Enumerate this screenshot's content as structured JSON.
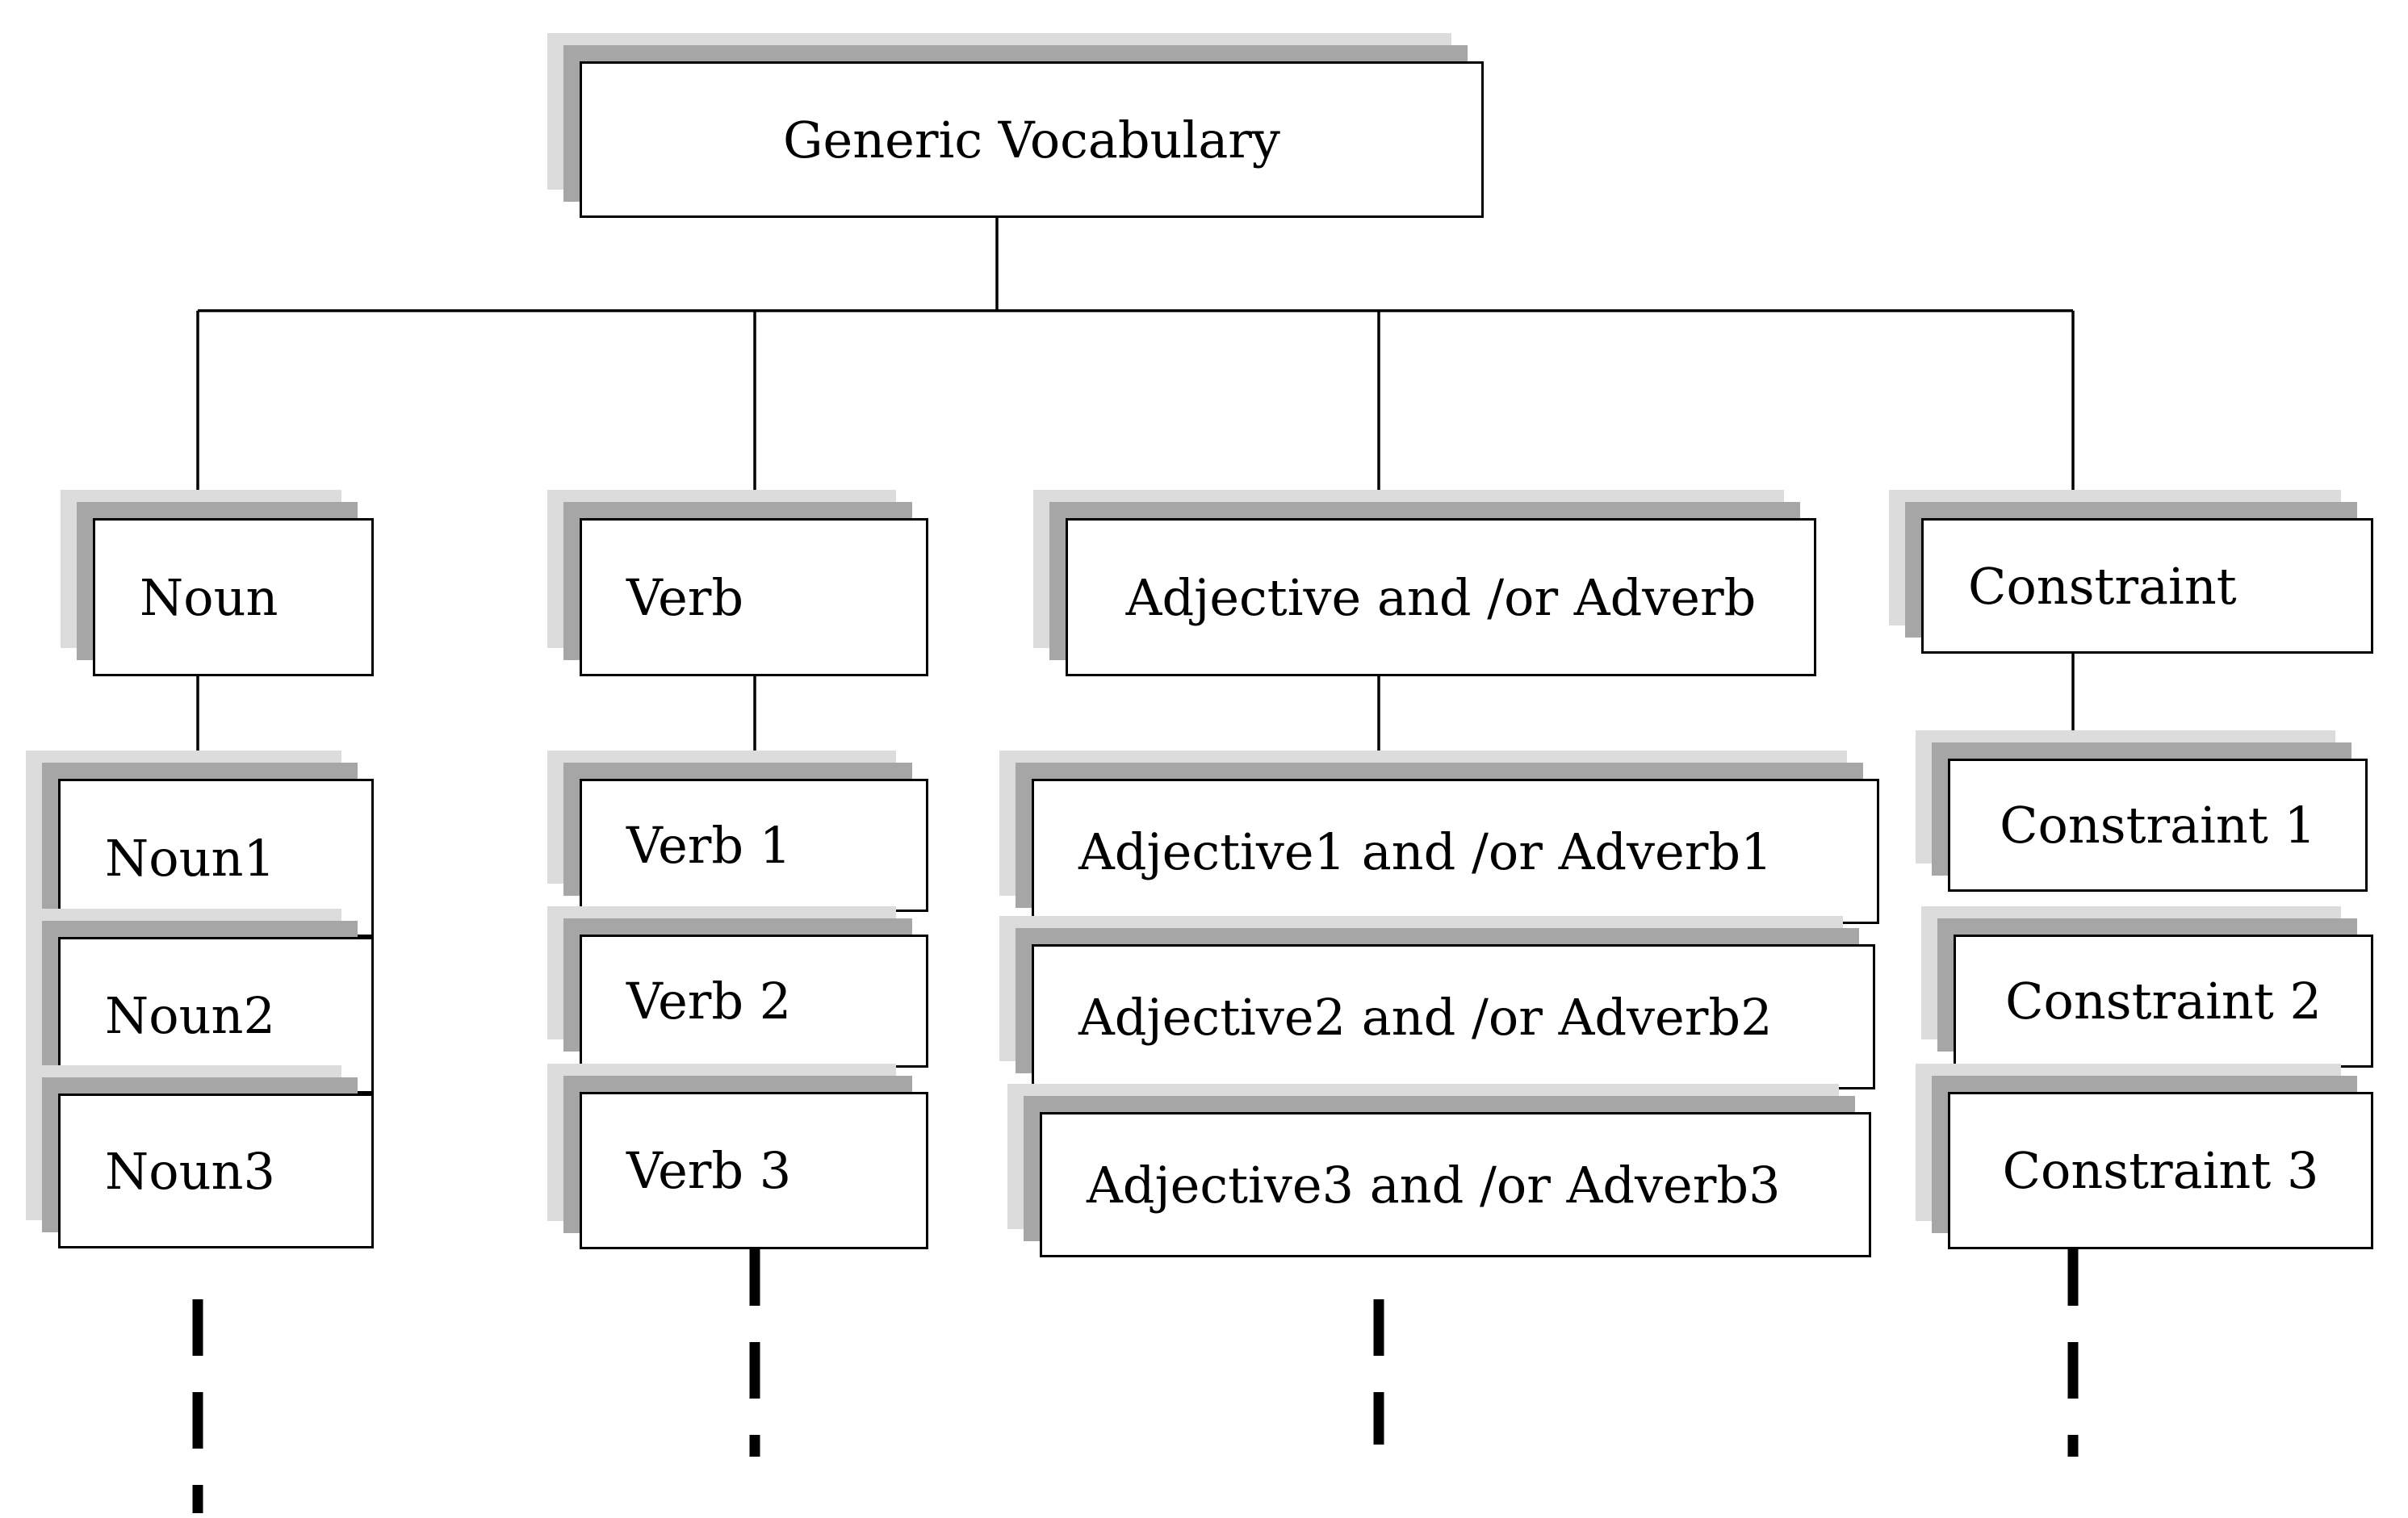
{
  "root": {
    "label": "Generic Vocabulary"
  },
  "categories": [
    {
      "label": "Noun",
      "items": [
        "Noun1",
        "Noun2",
        "Noun3"
      ]
    },
    {
      "label": "Verb",
      "items": [
        "Verb 1",
        "Verb 2",
        "Verb 3"
      ]
    },
    {
      "label": "Adjective and /or Adverb",
      "items": [
        "Adjective1 and /or Adverb1",
        "Adjective2 and /or Adverb2",
        "Adjective3 and /or Adverb3"
      ]
    },
    {
      "label": "Constraint",
      "items": [
        "Constraint 1",
        "Constraint 2",
        "Constraint 3"
      ]
    }
  ],
  "colors": {
    "line": "#000000",
    "shadow_dark": "#a6a6a6",
    "shadow_light": "#dcdcdc"
  }
}
